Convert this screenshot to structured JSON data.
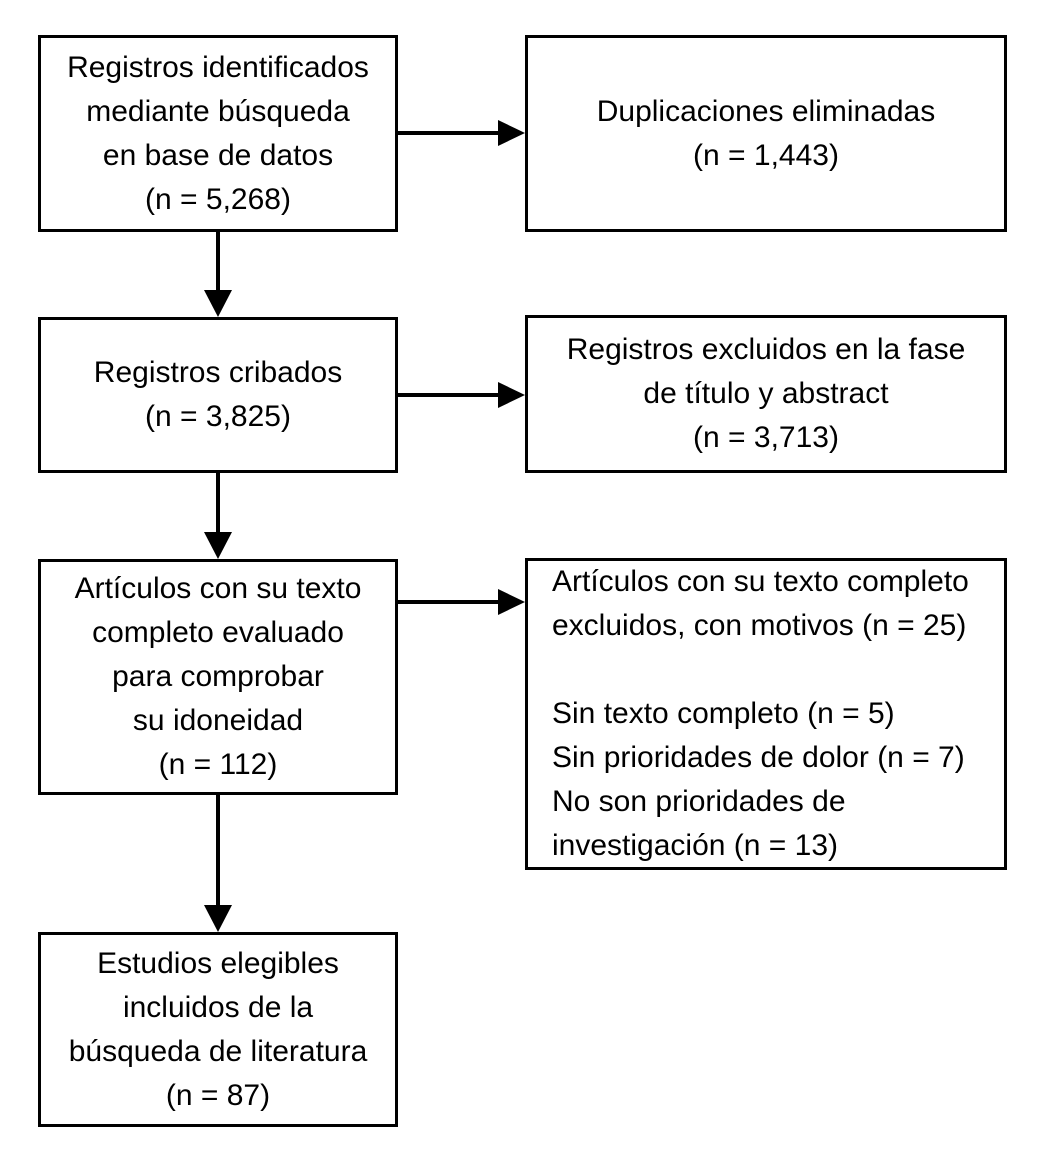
{
  "diagram": {
    "title": "PRISMA flow diagram (Spanish)",
    "colors": {
      "background": "#ffffff",
      "box_fill": "#ffffff",
      "box_border": "#000000",
      "text": "#000000",
      "arrow": "#000000"
    },
    "boxes": [
      {
        "id": "identified",
        "align": "center",
        "lines": [
          "Registros identificados",
          "mediante búsqueda",
          "en base de datos",
          "(n = 5,268)"
        ]
      },
      {
        "id": "duplicates",
        "align": "center",
        "lines": [
          "Duplicaciones eliminadas",
          "(n = 1,443)"
        ]
      },
      {
        "id": "screened",
        "align": "center",
        "lines": [
          "Registros cribados",
          "(n = 3,825)"
        ]
      },
      {
        "id": "excluded-title-abstract",
        "align": "center",
        "lines": [
          "Registros excluidos en la fase",
          "de título y abstract",
          "(n = 3,713)"
        ]
      },
      {
        "id": "fulltext-assessed",
        "align": "center",
        "lines": [
          "Artículos con su texto",
          "completo evaluado",
          "para comprobar",
          "su idoneidad",
          "(n = 112)"
        ]
      },
      {
        "id": "fulltext-excluded",
        "align": "left",
        "lines": [
          "Artículos con su texto completo",
          "excluidos, con motivos (n = 25)",
          "",
          "Sin texto completo (n = 5)",
          "Sin prioridades de dolor (n = 7)",
          "No son prioridades de",
          "investigación (n = 13)"
        ]
      },
      {
        "id": "included",
        "align": "center",
        "lines": [
          "Estudios elegibles",
          "incluidos de la",
          "búsqueda de literatura",
          "(n = 87)"
        ]
      }
    ],
    "arrows": [
      {
        "id": "identified-to-duplicates",
        "direction": "right"
      },
      {
        "id": "identified-to-screened",
        "direction": "down"
      },
      {
        "id": "screened-to-excluded",
        "direction": "right"
      },
      {
        "id": "screened-to-fulltext",
        "direction": "down"
      },
      {
        "id": "fulltext-to-excluded",
        "direction": "right"
      },
      {
        "id": "fulltext-to-included",
        "direction": "down"
      }
    ]
  }
}
